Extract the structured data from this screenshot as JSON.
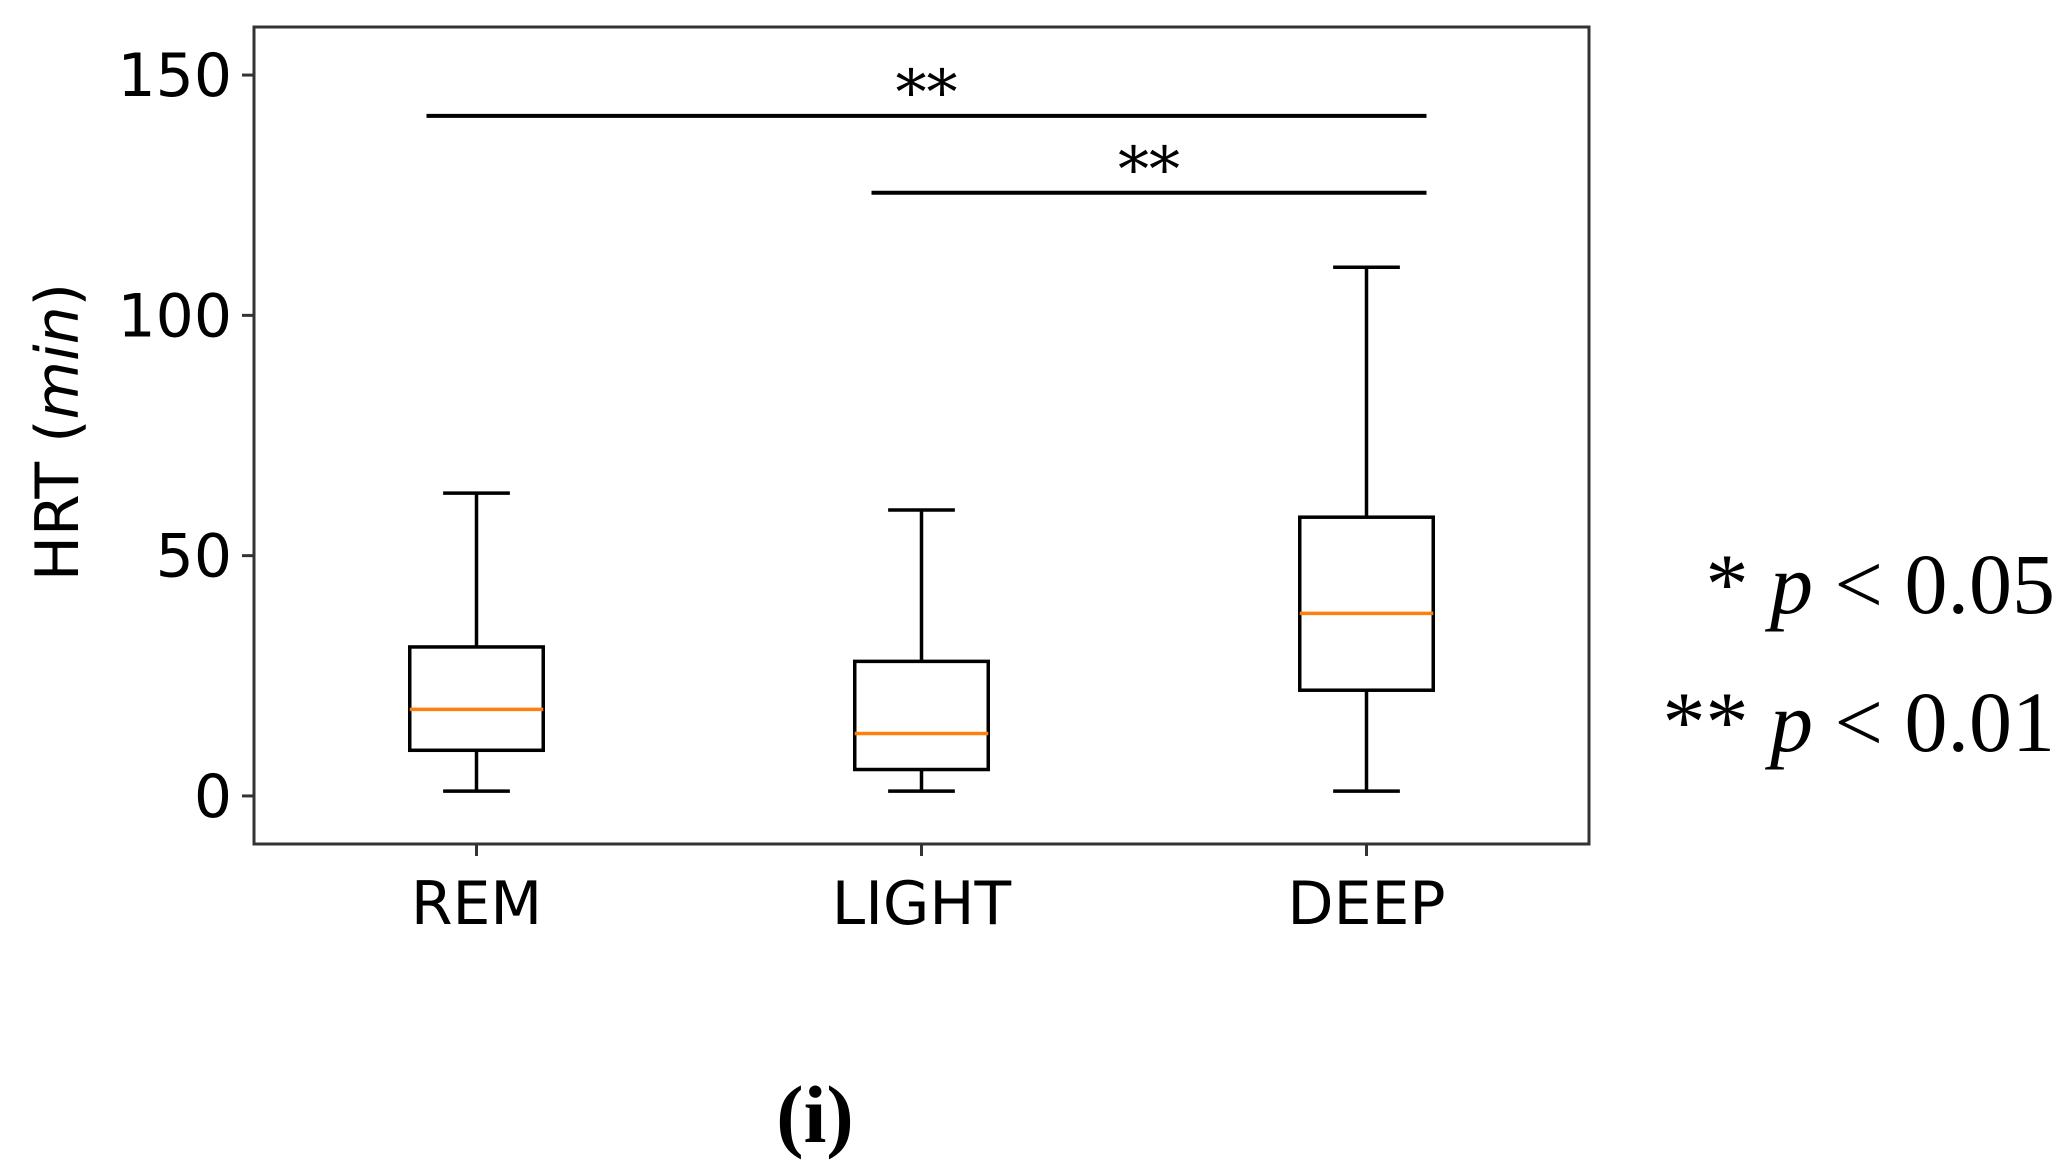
{
  "chart_data": {
    "type": "box",
    "categories": [
      "REM",
      "LIGHT",
      "DEEP"
    ],
    "ylabel": {
      "text": "HRT",
      "unit": "min"
    },
    "ylim": [
      -10,
      160
    ],
    "yticks": [
      0,
      50,
      100,
      150
    ],
    "ytick_labels": [
      "0",
      "50",
      "100",
      "150"
    ],
    "boxes": [
      {
        "category": "REM",
        "whisker_low": 1,
        "q1": 9.5,
        "median": 18,
        "q3": 31,
        "whisker_high": 63
      },
      {
        "category": "LIGHT",
        "whisker_low": 1,
        "q1": 5.5,
        "median": 13,
        "q3": 28,
        "whisker_high": 59.5
      },
      {
        "category": "DEEP",
        "whisker_low": 1,
        "q1": 22,
        "median": 38,
        "q3": 58,
        "whisker_high": 110
      }
    ],
    "significance": [
      {
        "from": "REM",
        "to": "DEEP",
        "y": 141.5,
        "label": "**"
      },
      {
        "from": "LIGHT",
        "to": "DEEP",
        "y": 125.5,
        "label": "**"
      }
    ],
    "grid": false,
    "colors": {
      "box": "#000000",
      "median": "#ff7f0e",
      "frame": "#333333"
    }
  },
  "legend": {
    "line1": {
      "stars": "*",
      "p": "p",
      "rest": " < 0.05"
    },
    "line2": {
      "stars": "**",
      "p": "p",
      "rest": " < 0.01"
    }
  },
  "panel_label": {
    "open": "(",
    "letter": "i",
    "close": ")"
  }
}
